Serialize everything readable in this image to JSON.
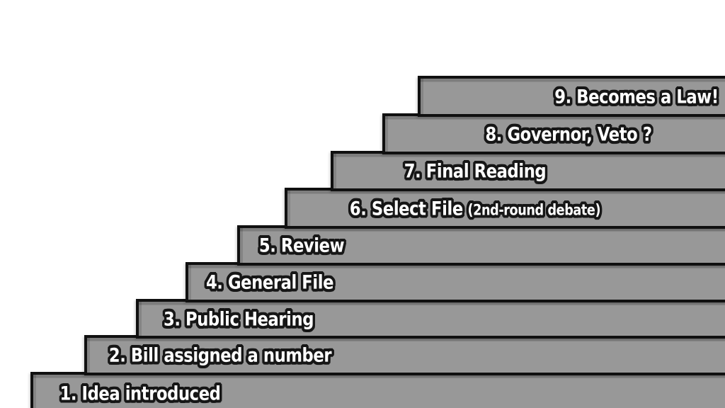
{
  "colors": {
    "background": "#ffffff",
    "step_fill": "#989898",
    "step_shade": "#7d7d7d",
    "step_border": "#101010",
    "label_text": "#ffffff",
    "label_outline": "#161616"
  },
  "steps": [
    {
      "label": "1. Idea introduced",
      "note": ""
    },
    {
      "label": "2. Bill assigned a number",
      "note": ""
    },
    {
      "label": "3. Public Hearing",
      "note": ""
    },
    {
      "label": "4. General File",
      "note": ""
    },
    {
      "label": "5. Review",
      "note": ""
    },
    {
      "label": "6. Select File",
      "note": "(2nd-round debate)"
    },
    {
      "label": "7. Final Reading",
      "note": ""
    },
    {
      "label": "8. Governor, Veto ?",
      "note": ""
    },
    {
      "label": "9. Becomes a Law!",
      "note": ""
    }
  ]
}
